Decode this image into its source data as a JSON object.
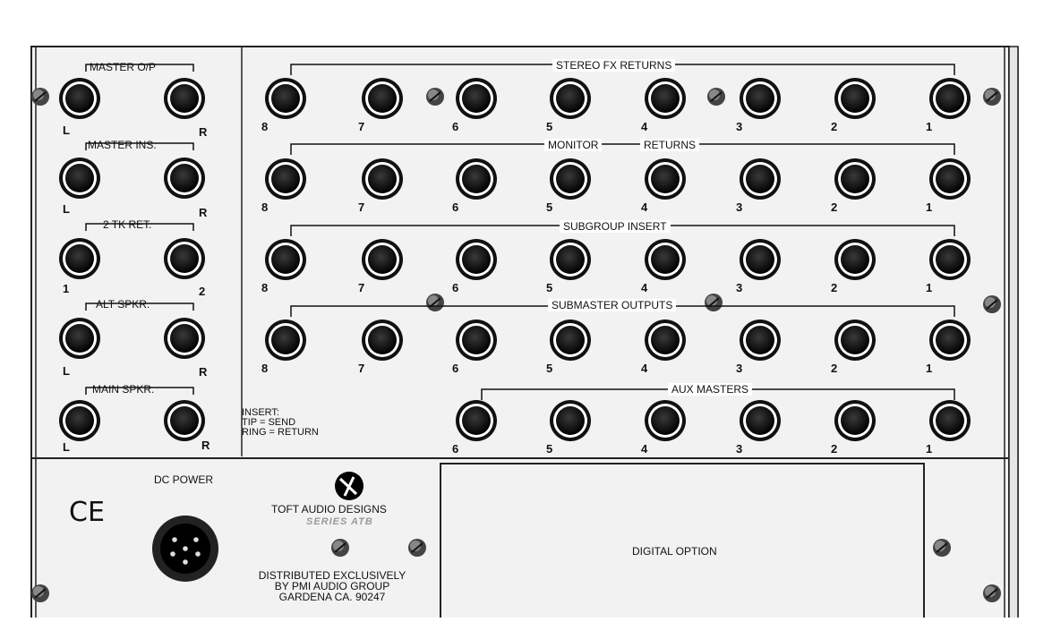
{
  "left_panel": {
    "master_op": {
      "title": "MASTER O/P",
      "l": "L",
      "r": "R"
    },
    "master_ins": {
      "title": "MASTER INS.",
      "l": "L",
      "r": "R"
    },
    "two_tk_ret": {
      "title": "2 TK RET.",
      "l": "1",
      "r": "2"
    },
    "alt_spkr": {
      "title": "ALT SPKR.",
      "l": "L",
      "r": "R"
    },
    "main_spkr": {
      "title": "MAIN SPKR.",
      "l": "L",
      "r": "R"
    }
  },
  "rows": {
    "stereo_fx_returns": {
      "title": "STEREO FX RETURNS",
      "numbers": [
        "8",
        "7",
        "6",
        "5",
        "4",
        "3",
        "2",
        "1"
      ]
    },
    "monitor_returns": {
      "title_a": "MONITOR",
      "title_b": "RETURNS",
      "numbers": [
        "8",
        "7",
        "6",
        "5",
        "4",
        "3",
        "2",
        "1"
      ]
    },
    "subgroup_insert": {
      "title": "SUBGROUP INSERT",
      "numbers": [
        "8",
        "7",
        "6",
        "5",
        "4",
        "3",
        "2",
        "1"
      ]
    },
    "submaster_outputs": {
      "title": "SUBMASTER OUTPUTS",
      "numbers": [
        "8",
        "7",
        "6",
        "5",
        "4",
        "3",
        "2",
        "1"
      ]
    },
    "aux_masters": {
      "title": "AUX MASTERS",
      "numbers": [
        "6",
        "5",
        "4",
        "3",
        "2",
        "1"
      ]
    }
  },
  "insert_note": [
    "INSERT:",
    "TIP = SEND",
    "RING = RETURN"
  ],
  "bottom": {
    "ce_mark": "CE",
    "dc_power": "DC POWER",
    "brand": "TOFT AUDIO DESIGNS",
    "series": "SERIES ATB",
    "distributed": [
      "DISTRIBUTED EXCLUSIVELY",
      "BY PMI AUDIO GROUP",
      "GARDENA CA. 90247"
    ],
    "digital_option": "DIGITAL OPTION"
  }
}
